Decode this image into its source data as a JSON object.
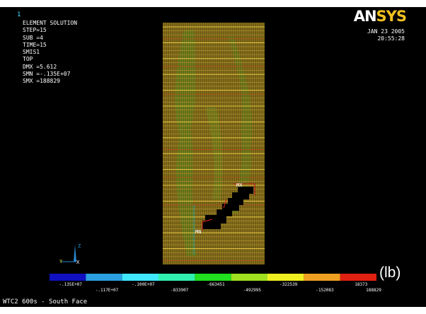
{
  "window_number": "1",
  "info_lines": [
    "ELEMENT SOLUTION",
    "",
    "STEP=15",
    "SUB =4",
    "TIME=15",
    "SMIS1",
    "TOP",
    "DMX =5.612",
    "SMN =-.135E+07",
    "SMX =188829"
  ],
  "date": "JAN 23 2005",
  "time": "20:55:28",
  "logo": {
    "left": "AN",
    "right": "SYS"
  },
  "markers": {
    "max": "MX",
    "min": "MN"
  },
  "triad": {
    "x": "X",
    "y": "Y",
    "z": "Z"
  },
  "legend": {
    "colors": [
      "#1010c0",
      "#2aa0e0",
      "#40e8ff",
      "#30f0b0",
      "#20e020",
      "#a0e020",
      "#f0f020",
      "#f0a020",
      "#e02010"
    ],
    "upper_labels": [
      "-.135E+07",
      "-.100E+07",
      "-663451",
      "-322539",
      "18373"
    ],
    "lower_labels": [
      "-.117E+07",
      "-833907",
      "-492995",
      "-152083",
      "188829"
    ],
    "unit": "(lb)"
  },
  "footer": "WTC2 600s - South Face"
}
